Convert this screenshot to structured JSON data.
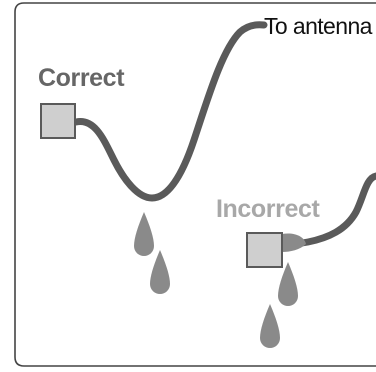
{
  "labels": {
    "correct": "Correct",
    "incorrect": "Incorrect",
    "to_antenna": "To antenna"
  },
  "colors": {
    "frame": "#444444",
    "cable": "#5a5a5a",
    "connector_fill": "#cfcfcf",
    "connector_stroke": "#5a5a5a",
    "water_drop": "#8a8a8a",
    "correct_label": "#666666",
    "incorrect_label": "#a8a8a8",
    "antenna_label": "#111111",
    "background": "#ffffff"
  }
}
